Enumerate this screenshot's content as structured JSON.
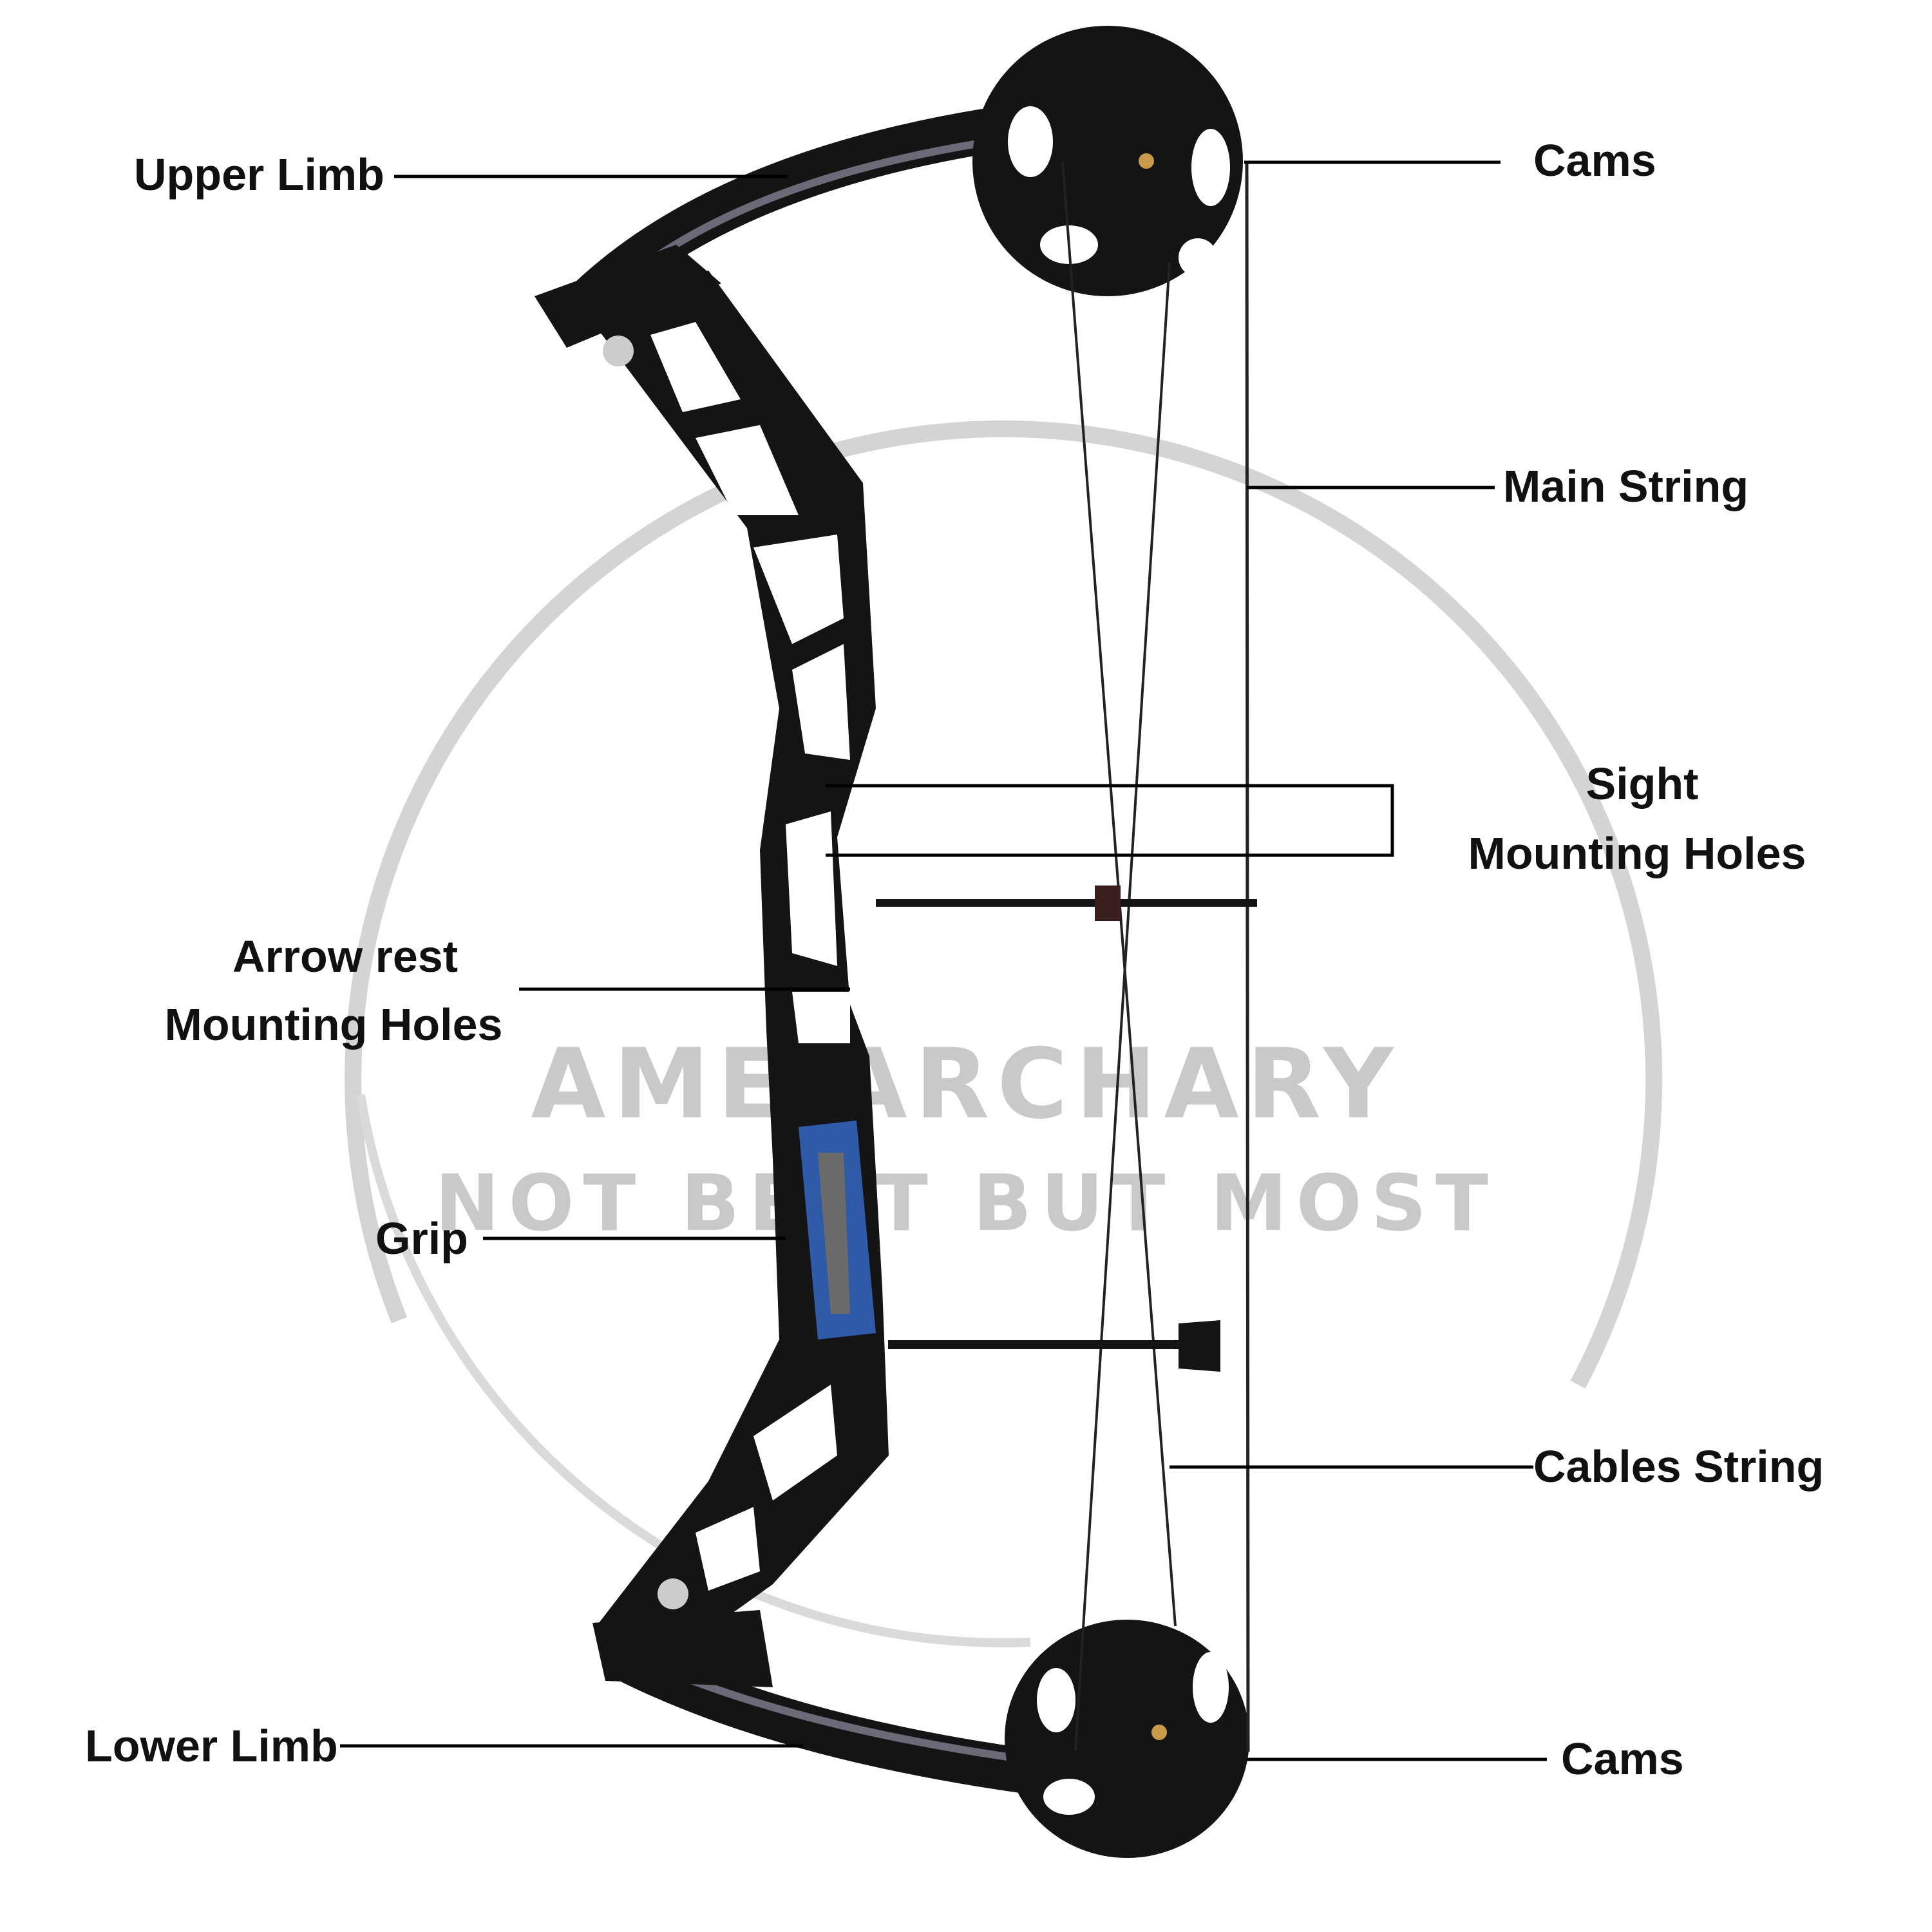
{
  "watermark": {
    "line1": "AME ARCHARY",
    "line2": "NOT BEST BUT MOST"
  },
  "labels": {
    "upper_limb": "Upper Limb",
    "cams_top": "Cams",
    "main_string": "Main String",
    "sight_line1": "Sight",
    "sight_line2": "Mounting Holes",
    "arrow_rest_line1": "Arrow rest",
    "arrow_rest_line2": "Mounting Holes",
    "grip": "Grip",
    "cables_string": "Cables String",
    "lower_limb": "Lower Limb",
    "cams_bottom": "Cams"
  },
  "colors": {
    "bow": "#141414",
    "grip_accent": "#2f5aa8",
    "watermark": "#c8c8c8",
    "leader_line": "#000000"
  }
}
